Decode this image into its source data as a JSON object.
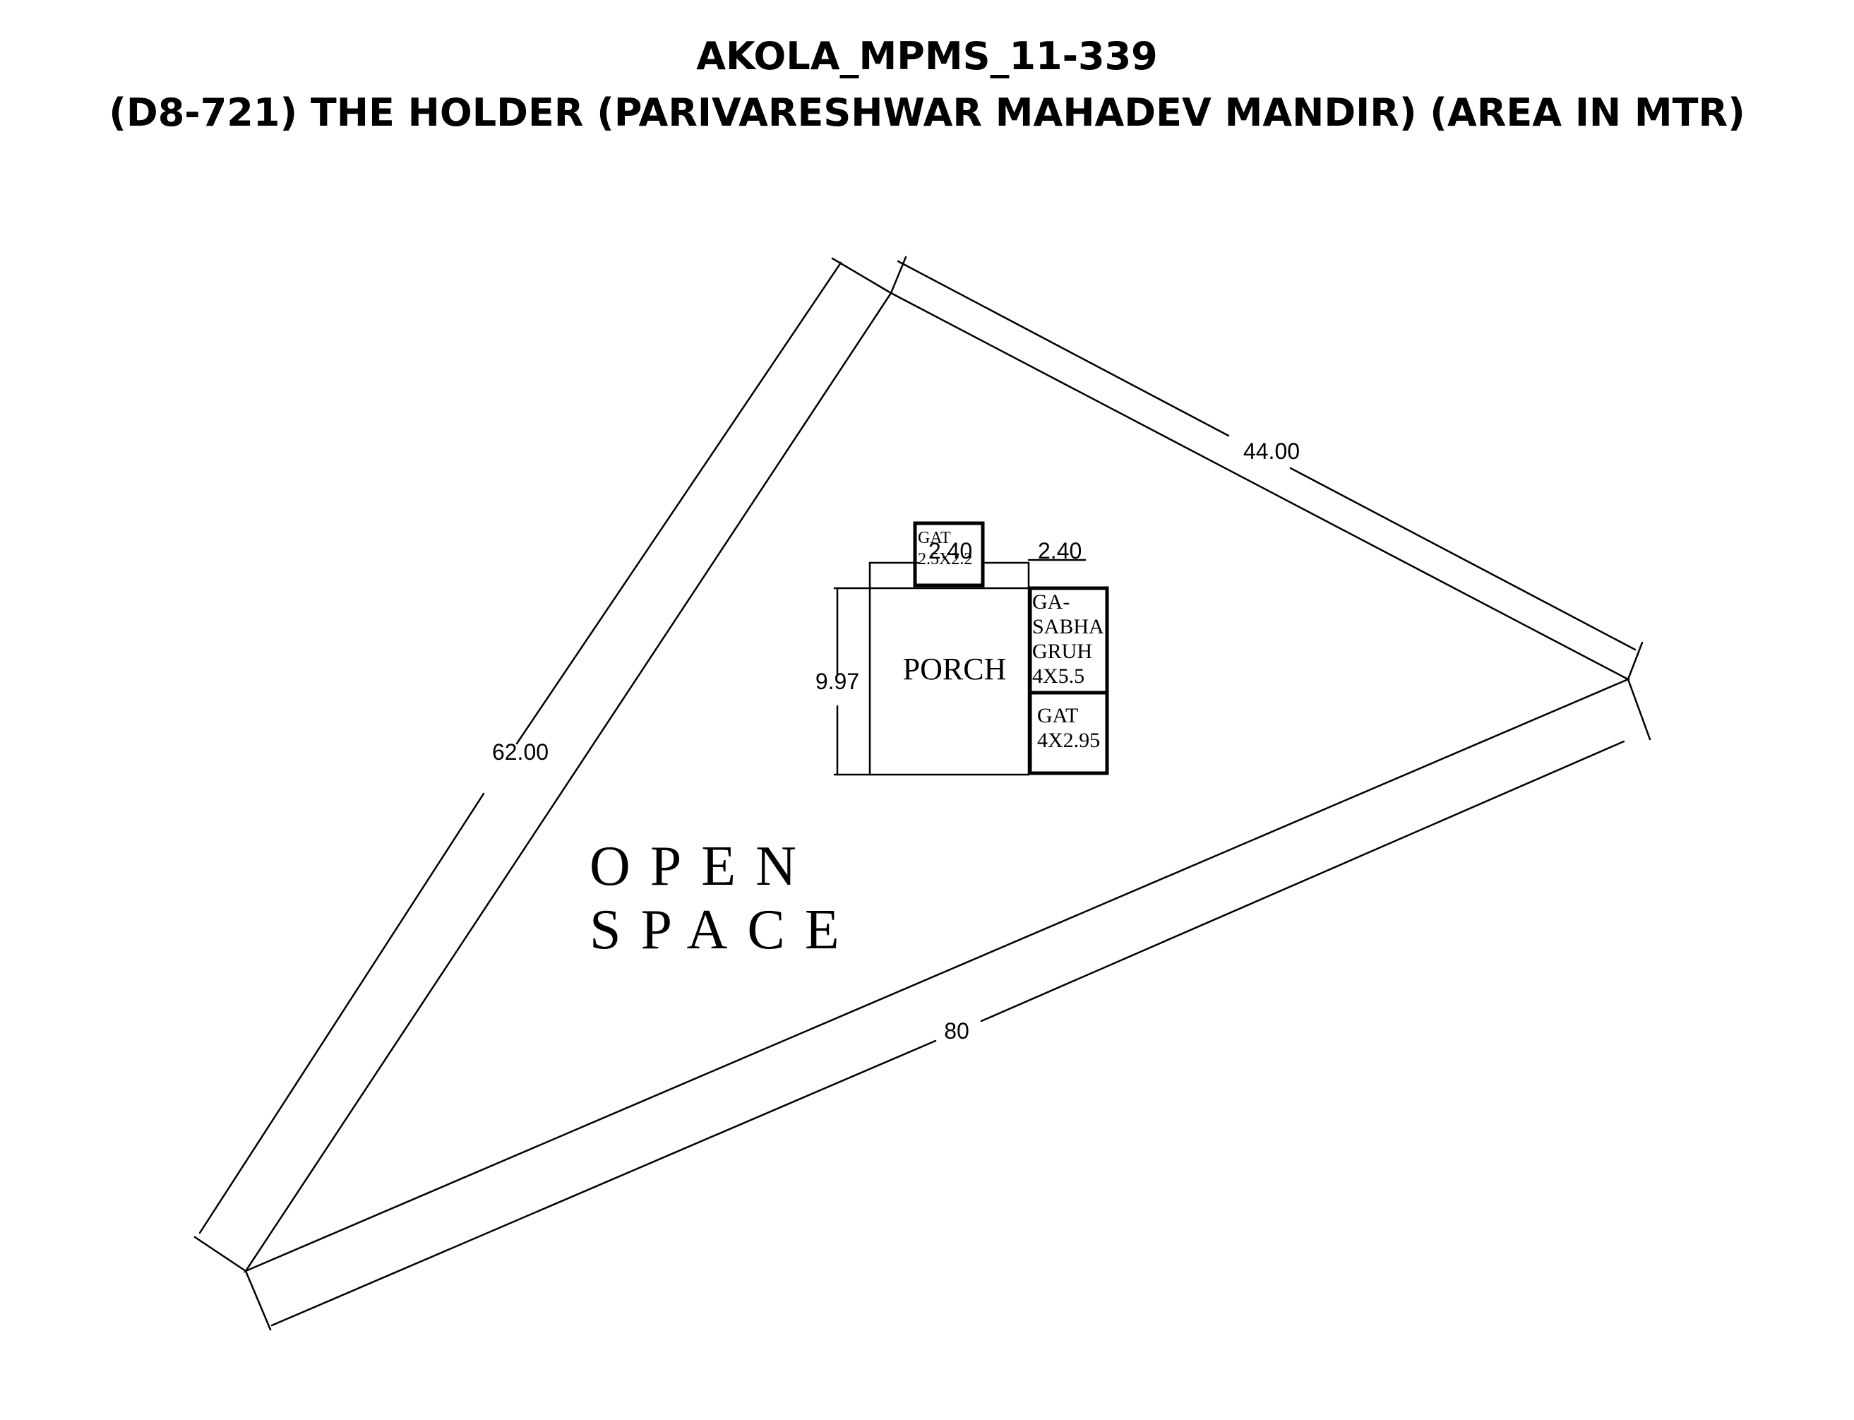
{
  "header": {
    "title": "AKOLA_MPMS_11-339",
    "subtitle": "(D8-721) THE HOLDER (PARIVARESHWAR MAHADEV MANDIR) (AREA IN MTR)"
  },
  "plot": {
    "label_line_1": "OPEN",
    "label_line_2": "SPACE",
    "dimensions": {
      "top_right_side": "44.00",
      "left_side": "62.00",
      "bottom_side": "80"
    }
  },
  "building": {
    "porch": {
      "label": "PORCH",
      "height_dim": "9.97",
      "width_dim": "2.40"
    },
    "gat_top": {
      "label_line_1": "GAT",
      "label_line_2": "2.5X2.2"
    },
    "side_width_dim": "2.40",
    "sabha_gruh": {
      "line_1": "GA-",
      "line_2": "SABHA",
      "line_3": "GRUH",
      "line_4": "4X5.5"
    },
    "gat_bottom": {
      "line_1": "GAT",
      "line_2": "4X2.95"
    }
  },
  "colors": {
    "ink": "#000000",
    "paper": "#ffffff"
  }
}
